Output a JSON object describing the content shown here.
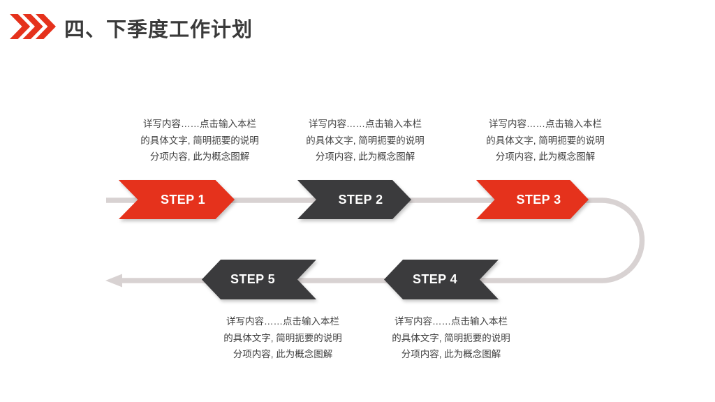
{
  "slide": {
    "title": "四、下季度工作计划",
    "colors": {
      "accent_red": "#e5321c",
      "dark_gray": "#3b3b3d",
      "connector_gray": "#d8d2d2",
      "title_text": "#3a3a3a",
      "body_text": "#3f3f3f",
      "step_label_text": "#ffffff"
    },
    "icons": {
      "header_icon": "triple-right-chevrons",
      "flow_end_icon": "left-arrowhead"
    }
  },
  "steps": [
    {
      "label": "STEP 1",
      "color": "#e5321c",
      "direction": "right",
      "description": "详写内容……点击输入本栏\n的具体文字, 简明扼要的说明\n分项内容, 此为概念图解"
    },
    {
      "label": "STEP 2",
      "color": "#3b3b3d",
      "direction": "right",
      "description": "详写内容……点击输入本栏\n的具体文字, 简明扼要的说明\n分项内容, 此为概念图解"
    },
    {
      "label": "STEP 3",
      "color": "#e5321c",
      "direction": "right",
      "description": "详写内容……点击输入本栏\n的具体文字, 简明扼要的说明\n分项内容, 此为概念图解"
    },
    {
      "label": "STEP 4",
      "color": "#3b3b3d",
      "direction": "left",
      "description": "详写内容……点击输入本栏\n的具体文字, 简明扼要的说明\n分项内容, 此为概念图解"
    },
    {
      "label": "STEP 5",
      "color": "#3b3b3d",
      "direction": "left",
      "description": "详写内容……点击输入本栏\n的具体文字, 简明扼要的说明\n分项内容, 此为概念图解"
    }
  ]
}
